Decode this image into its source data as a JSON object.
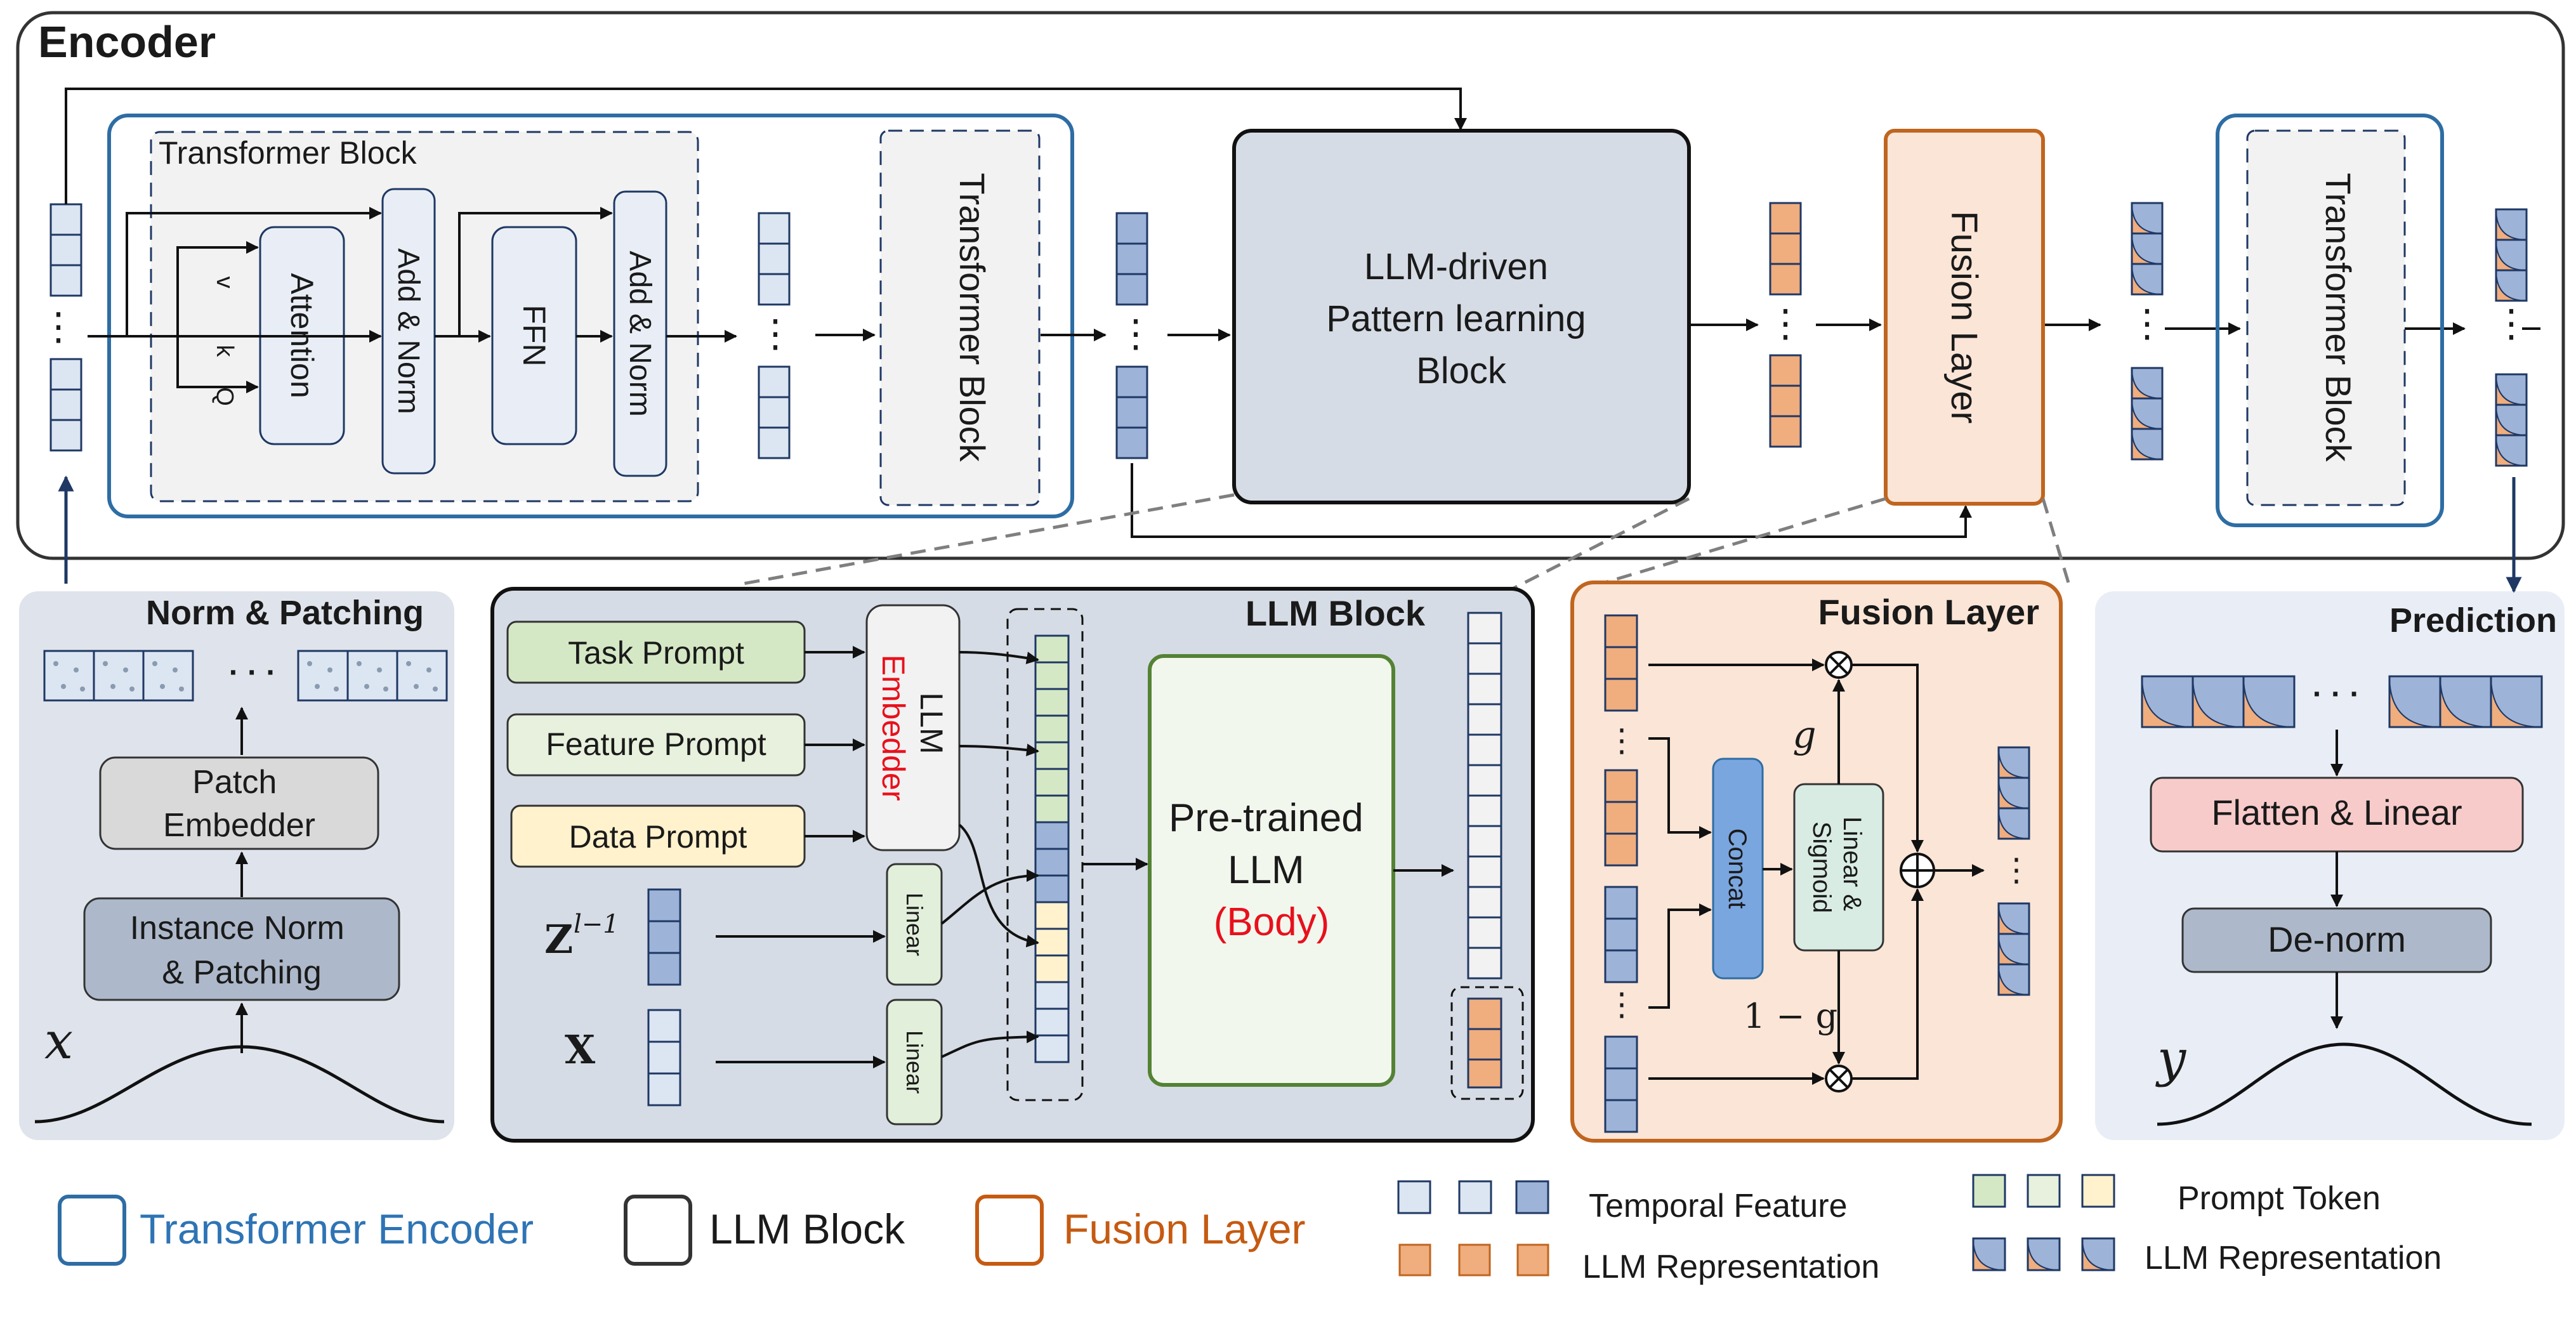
{
  "encoder": {
    "title": "Encoder",
    "transformer_block_label": "Transformer Block",
    "attention": "Attention",
    "add_norm_1": "Add & Norm",
    "ffn": "FFN",
    "add_norm_2": "Add & Norm",
    "v": "v",
    "k": "k",
    "q": "Q",
    "transformer_block_1": "Transformer Block",
    "llm_driven": [
      "LLM-driven",
      "Pattern learning",
      "Block"
    ],
    "fusion_layer": "Fusion Layer",
    "transformer_block_2": "Transformer Block",
    "ellipsis": "⋮"
  },
  "norm_patching": {
    "title": "Norm & Patching",
    "patch_embedder": [
      "Patch",
      "Embedder"
    ],
    "instance_norm": [
      "Instance Norm",
      "& Patching"
    ],
    "input_symbol": "x",
    "dots": "· · ·"
  },
  "llm_block": {
    "title": "LLM Block",
    "task_prompt": "Task Prompt",
    "feature_prompt": "Feature Prompt",
    "data_prompt": "Data Prompt",
    "embedder_top": "LLM",
    "embedder_bottom": "Embedder",
    "linear_1": "Linear",
    "linear_2": "Linear",
    "z_label": "Z",
    "z_sup": "l−1",
    "x_label": "X",
    "pretrained": [
      "Pre-trained",
      "LLM"
    ],
    "pretrained_body": "(Body)"
  },
  "fusion": {
    "title": "Fusion Layer",
    "concat": "Concat",
    "linear_sigmoid": [
      "Linear &",
      "Sigmoid"
    ],
    "g": "g",
    "one_minus_g": "1 − g",
    "ellipsis": "⋮"
  },
  "prediction": {
    "title": "Prediction",
    "flatten": "Flatten & Linear",
    "denorm": "De-norm",
    "output_symbol": "y",
    "dots": "· · ·"
  },
  "legend": {
    "transformer_encoder": "Transformer Encoder",
    "llm_block": "LLM Block",
    "fusion_layer": "Fusion Layer",
    "temporal_feature": "Temporal Feature",
    "llm_representation_1": "LLM Representation",
    "prompt_token": "Prompt Token",
    "llm_representation_2": "LLM Representation"
  },
  "colors": {
    "blue_border": "#2e6da4",
    "orange_border": "#c0651f",
    "orange_fill": "#fbe5d6",
    "token_light": "#dce6f2",
    "token_mid": "#9db3d8",
    "token_orange": "#f0ad7e",
    "green": "#d5e8c5",
    "yellow": "#fff2cc",
    "red_text": "#e8101c",
    "legend_blue_text": "#2e74b5",
    "legend_orange_text": "#c55a11"
  }
}
